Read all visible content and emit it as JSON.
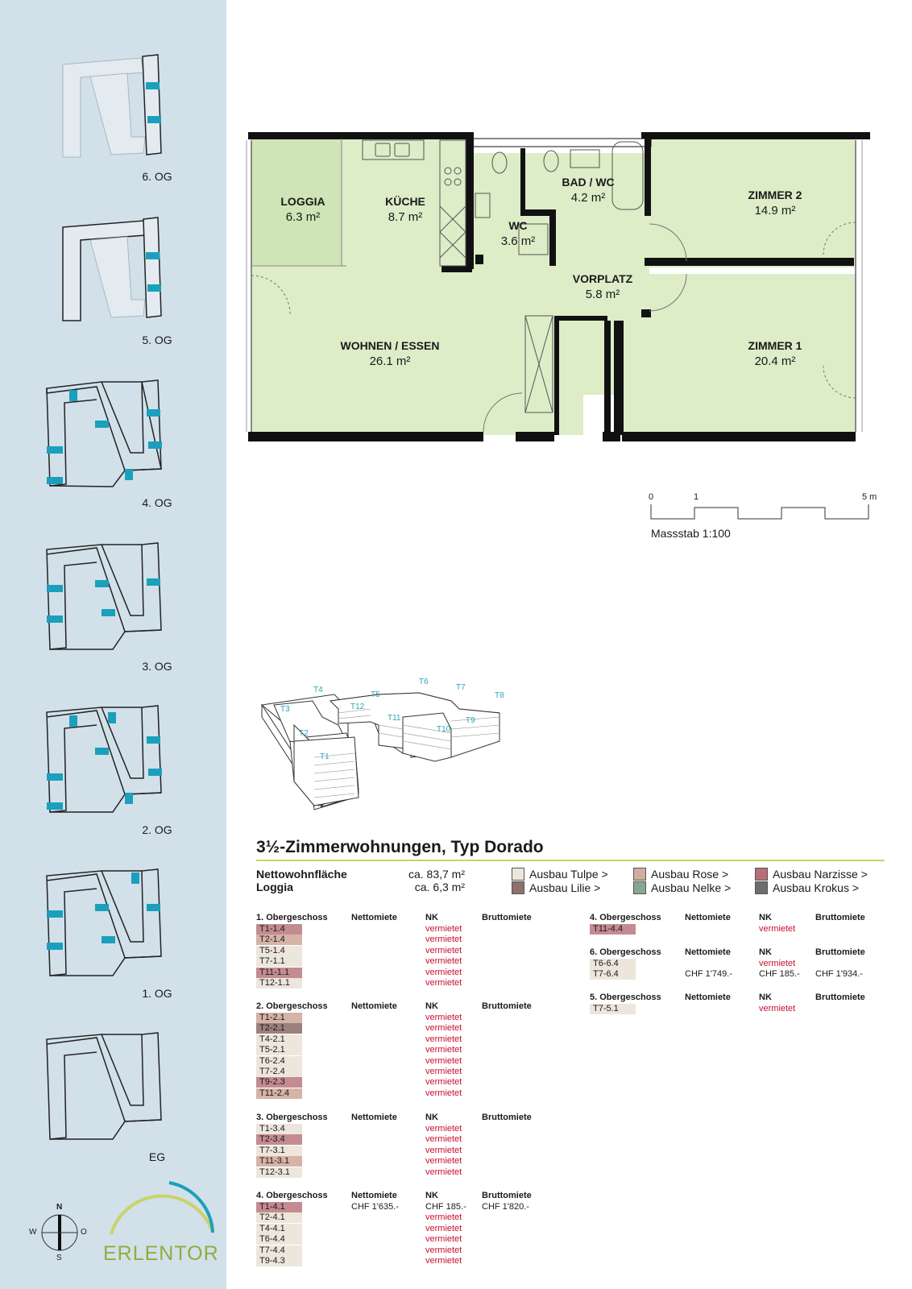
{
  "floor_labels": [
    "6. OG",
    "5. OG",
    "4. OG",
    "3. OG",
    "2. OG",
    "1. OG",
    "EG"
  ],
  "rooms": {
    "loggia": {
      "name": "LOGGIA",
      "area": "6.3 m²"
    },
    "kueche": {
      "name": "KÜCHE",
      "area": "8.7 m²"
    },
    "wc": {
      "name": "WC",
      "area": "3.6 m²"
    },
    "bad": {
      "name": "BAD / WC",
      "area": "4.2 m²"
    },
    "zimmer2": {
      "name": "ZIMMER 2",
      "area": "14.9 m²"
    },
    "vorplatz": {
      "name": "VORPLATZ",
      "area": "5.8 m²"
    },
    "wohnen": {
      "name": "WOHNEN / ESSEN",
      "area": "26.1 m²"
    },
    "zimmer1": {
      "name": "ZIMMER 1",
      "area": "20.4 m²"
    }
  },
  "scale": {
    "tick0": "0",
    "tick1": "1",
    "tick5": "5 m",
    "label": "Massstab 1:100"
  },
  "iso_labels": [
    "T1",
    "T2",
    "T3",
    "T4",
    "T5",
    "T6",
    "T7",
    "T8",
    "T9",
    "T10",
    "T11",
    "T12"
  ],
  "title": "3½-Zimmerwohnungen, Typ Dorado",
  "summary": {
    "net_label": "Nettowohnfläche",
    "net_value": "ca. 83,7 m²",
    "loggia_label": "Loggia",
    "loggia_value": "ca. 6,3 m²"
  },
  "legend": [
    {
      "label": "Ausbau Tulpe >",
      "color": "#ece6dc"
    },
    {
      "label": "Ausbau Lilie >",
      "color": "#8f716c"
    },
    {
      "label": "Ausbau Rose >",
      "color": "#cfae9f"
    },
    {
      "label": "Ausbau Nelke >",
      "color": "#8aa593"
    },
    {
      "label": "Ausbau Narzisse >",
      "color": "#b86d7a"
    },
    {
      "label": "Ausbau Krokus >",
      "color": "#6e6e6e"
    }
  ],
  "columns": {
    "net": "Nettomiete",
    "nk": "NK",
    "gross": "Bruttomiete"
  },
  "floor_tables": [
    {
      "floor": "1. Obergeschoss",
      "units": [
        {
          "id": "T1-1.4",
          "status": "vermietet",
          "color": "#c48b92"
        },
        {
          "id": "T2-1.4",
          "status": "vermietet",
          "color": "#d5b3a6"
        },
        {
          "id": "T5-1.4",
          "status": "vermietet",
          "color": "#ede6dd"
        },
        {
          "id": "T7-1.1",
          "status": "vermietet",
          "color": "#ede6dd"
        },
        {
          "id": "T11-1.1",
          "status": "vermietet",
          "color": "#c48b92"
        },
        {
          "id": "T12-1.1",
          "status": "vermietet",
          "color": "#ede6dd"
        }
      ]
    },
    {
      "floor": "2. Obergeschoss",
      "units": [
        {
          "id": "T1-2.1",
          "status": "vermietet",
          "color": "#d5b3a6"
        },
        {
          "id": "T2-2.1",
          "status": "vermietet",
          "color": "#9d807b"
        },
        {
          "id": "T4-2.1",
          "status": "vermietet",
          "color": "#ede6dd"
        },
        {
          "id": "T5-2.1",
          "status": "vermietet",
          "color": "#ede6dd"
        },
        {
          "id": "T6-2.4",
          "status": "vermietet",
          "color": "#ede6dd"
        },
        {
          "id": "T7-2.4",
          "status": "vermietet",
          "color": "#ede6dd"
        },
        {
          "id": "T9-2.3",
          "status": "vermietet",
          "color": "#c48b92"
        },
        {
          "id": "T11-2.4",
          "status": "vermietet",
          "color": "#d5b3a6"
        }
      ]
    },
    {
      "floor": "3. Obergeschoss",
      "units": [
        {
          "id": "T1-3.4",
          "status": "vermietet",
          "color": "#ede6dd"
        },
        {
          "id": "T2-3.4",
          "status": "vermietet",
          "color": "#c48b92"
        },
        {
          "id": "T7-3.1",
          "status": "vermietet",
          "color": "#ede6dd"
        },
        {
          "id": "T11-3.1",
          "status": "vermietet",
          "color": "#d5b3a6"
        },
        {
          "id": "T12-3.1",
          "status": "vermietet",
          "color": "#ede6dd"
        }
      ]
    },
    {
      "floor": "4. Obergeschoss",
      "units": [
        {
          "id": "T1-4.1",
          "net": "CHF 1'635.-",
          "nk": "CHF 185.-",
          "gross": "CHF 1'820.-",
          "color": "#c48b92"
        },
        {
          "id": "T2-4.1",
          "status": "vermietet",
          "color": "#ede6dd"
        },
        {
          "id": "T4-4.1",
          "status": "vermietet",
          "color": "#ede6dd"
        },
        {
          "id": "T6-4.4",
          "status": "vermietet",
          "color": "#ede6dd"
        },
        {
          "id": "T7-4.4",
          "status": "vermietet",
          "color": "#ede6dd"
        },
        {
          "id": "T9-4.3",
          "status": "vermietet",
          "color": "#ede6dd"
        }
      ]
    },
    {
      "floor": "4. Obergeschoss",
      "units": [
        {
          "id": "T11-4.4",
          "status": "vermietet",
          "color": "#c48b92"
        }
      ]
    },
    {
      "floor": "6. Obergeschoss",
      "units": [
        {
          "id": "T6-6.4",
          "status": "vermietet",
          "color": "#ede6dd"
        },
        {
          "id": "T7-6.4",
          "net": "CHF 1'749.-",
          "nk": "CHF 185.-",
          "gross": "CHF 1'934.-",
          "color": "#ede6dd"
        }
      ]
    },
    {
      "floor": "5. Obergeschoss",
      "units": [
        {
          "id": "T7-5.1",
          "status": "vermietet",
          "color": "#ede6dd"
        }
      ]
    }
  ],
  "compass": {
    "n": "N",
    "s": "S",
    "w": "W",
    "o": "O"
  },
  "logo": "ERLENTOR"
}
